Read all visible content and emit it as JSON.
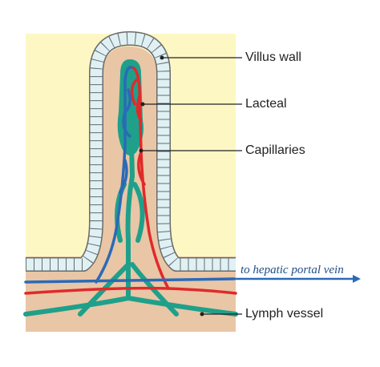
{
  "labels": {
    "villus_wall": "Villus wall",
    "lacteal": "Lacteal",
    "capillaries": "Capillaries",
    "portal_vein": "to hepatic portal vein",
    "lymph_vessel": "Lymph vessel"
  },
  "colors": {
    "background_yellow": "#fdf7c4",
    "tissue": "#e9c6a6",
    "wall_cells": "#dff1f4",
    "wall_outline": "#6a6a6a",
    "artery_red": "#e02a2a",
    "vein_blue": "#2a6ab8",
    "lymph_teal": "#1fa08a",
    "label_blue": "#1f4e8c"
  }
}
